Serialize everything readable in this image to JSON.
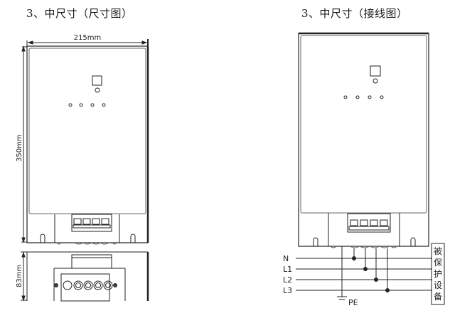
{
  "titles": {
    "left": "3、中尺寸（尺寸图）",
    "right": "3、中尺寸（接线图）"
  },
  "dimension_drawing": {
    "width_label": "215mm",
    "height_label": "350mm",
    "depth_label": "83mm",
    "indicator_leds": 4,
    "terminal_slots": 4,
    "bottom_glands": 5
  },
  "wiring_diagram": {
    "lines": [
      {
        "id": "N",
        "label": "N"
      },
      {
        "id": "L1",
        "label": "L1"
      },
      {
        "id": "L2",
        "label": "L2"
      },
      {
        "id": "L3",
        "label": "L3"
      }
    ],
    "ground_label": "PE",
    "protected_device_label": [
      "被",
      "保",
      "护",
      "设",
      "备"
    ]
  },
  "colors": {
    "line": "#222222",
    "frame": "#333333",
    "background": "#ffffff"
  }
}
